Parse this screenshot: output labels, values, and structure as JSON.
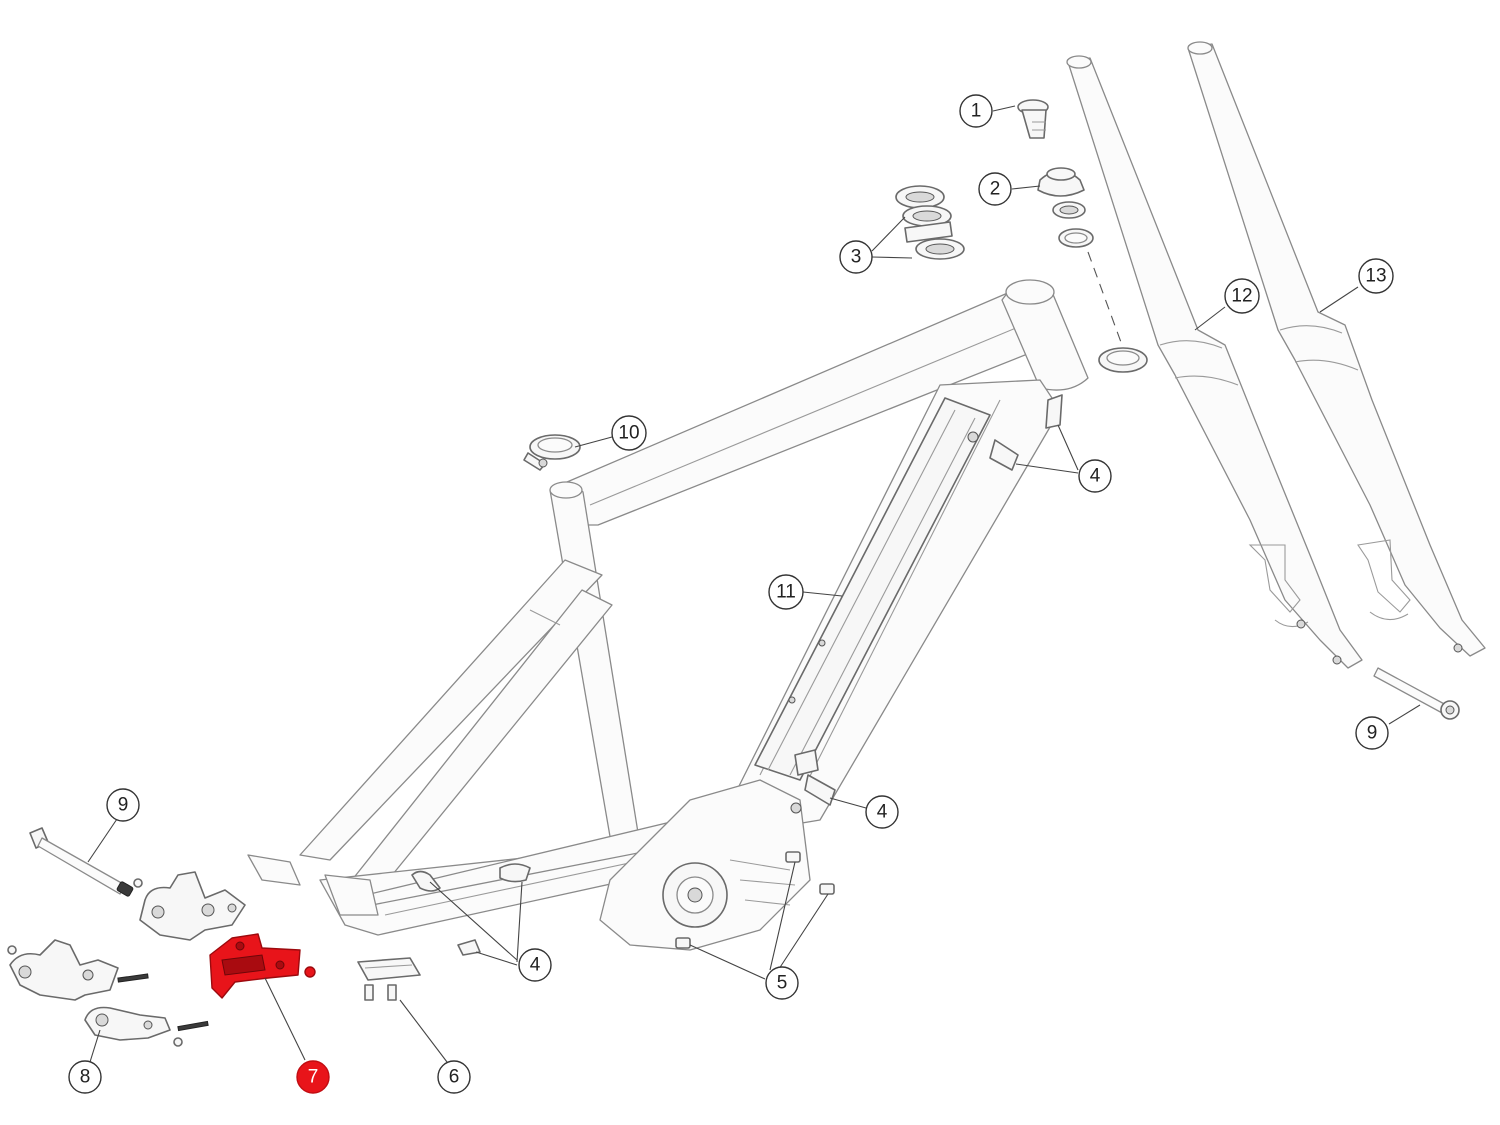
{
  "diagram": {
    "highlight_color": "#e8141a",
    "callouts": [
      {
        "id": "c1",
        "label": "1"
      },
      {
        "id": "c2",
        "label": "2"
      },
      {
        "id": "c3",
        "label": "3"
      },
      {
        "id": "c10",
        "label": "10"
      },
      {
        "id": "c12",
        "label": "12"
      },
      {
        "id": "c13",
        "label": "13"
      },
      {
        "id": "c4a",
        "label": "4"
      },
      {
        "id": "c11",
        "label": "11"
      },
      {
        "id": "c9a",
        "label": "9"
      },
      {
        "id": "c4b",
        "label": "4"
      },
      {
        "id": "c9b",
        "label": "9"
      },
      {
        "id": "c4c",
        "label": "4"
      },
      {
        "id": "c5",
        "label": "5"
      },
      {
        "id": "c6",
        "label": "6"
      },
      {
        "id": "c7",
        "label": "7",
        "highlighted": true
      },
      {
        "id": "c8",
        "label": "8"
      }
    ]
  }
}
